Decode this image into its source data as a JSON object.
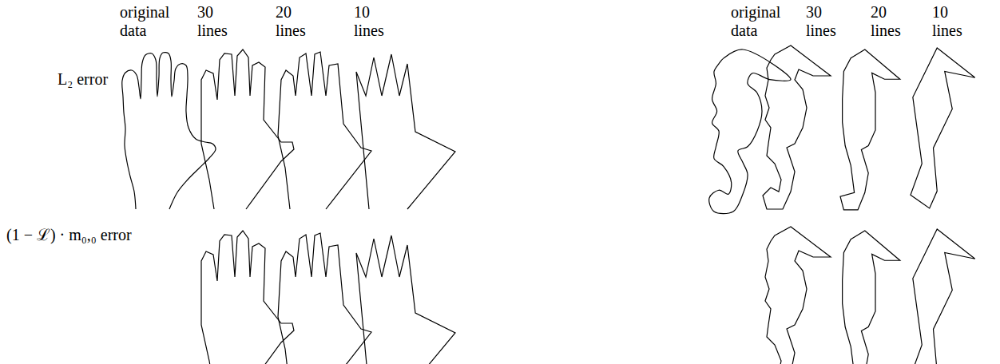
{
  "diagram": {
    "labels": [
      "original data",
      "30 lines",
      "20 lines",
      "10 lines",
      "original data",
      "30 lines",
      "20 lines",
      "10 lines",
      "L₂ error",
      "(1 − ℒ) · m₀,₀ error"
    ]
  }
}
